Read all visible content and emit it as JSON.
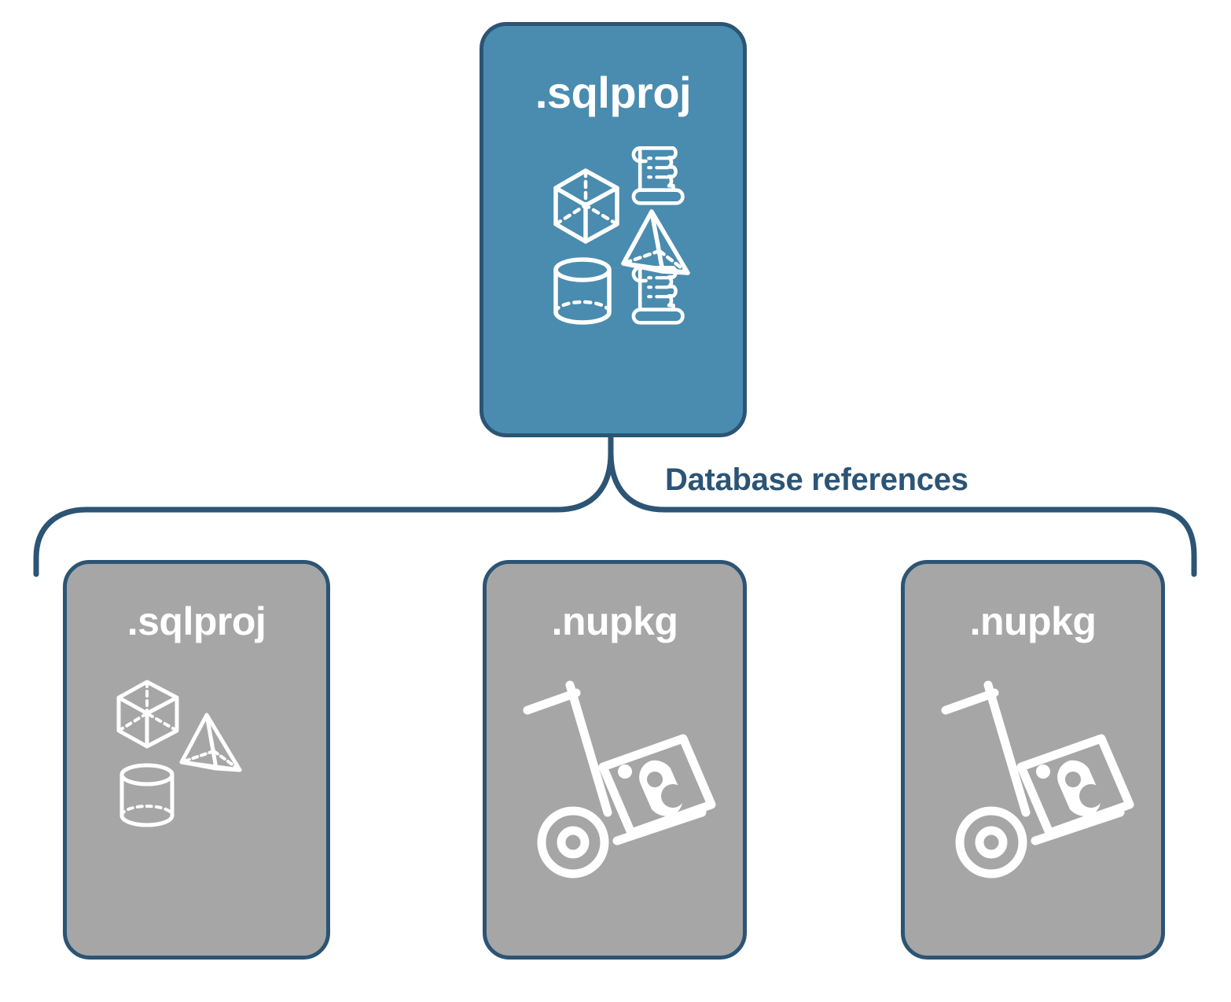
{
  "diagram": {
    "type": "hierarchy-bracket",
    "background_color": "#FFFFFF",
    "colors": {
      "primary_fill": "#4A8CAF",
      "secondary_fill": "#A6A6A6",
      "stroke": "#2C5474",
      "icon_color": "#FFFFFF",
      "label_color": "#2C5474"
    },
    "root": {
      "id": "root-sqlproj",
      "label": ".sqlproj",
      "fill": "#4A8CAF",
      "icons": [
        "cube-icon",
        "scroll-icon",
        "pyramid-icon",
        "cylinder-icon",
        "scroll-icon"
      ]
    },
    "connector": {
      "label": "Database references",
      "style": "curly-bracket"
    },
    "children": [
      {
        "id": "child-sqlproj",
        "label": ".sqlproj",
        "fill": "#A6A6A6",
        "icons": [
          "cube-icon",
          "pyramid-icon",
          "cylinder-icon"
        ]
      },
      {
        "id": "child-nupkg-1",
        "label": ".nupkg",
        "fill": "#A6A6A6",
        "icons": [
          "nuget-package-dolly-icon"
        ]
      },
      {
        "id": "child-nupkg-2",
        "label": ".nupkg",
        "fill": "#A6A6A6",
        "icons": [
          "nuget-package-dolly-icon"
        ]
      }
    ]
  }
}
